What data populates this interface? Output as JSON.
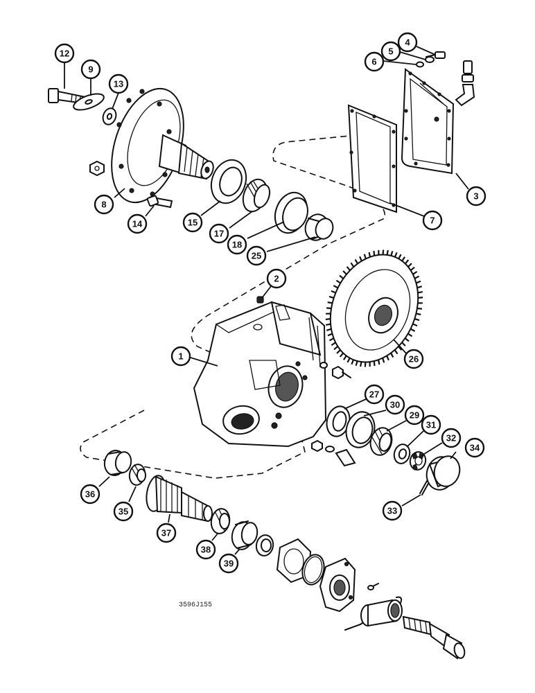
{
  "diagram": {
    "drawing_id": "3596J155",
    "callouts": [
      {
        "key": "c12",
        "label": "12"
      },
      {
        "key": "c9",
        "label": "9"
      },
      {
        "key": "c13",
        "label": "13"
      },
      {
        "key": "c4",
        "label": "4"
      },
      {
        "key": "c5",
        "label": "5"
      },
      {
        "key": "c6",
        "label": "6"
      },
      {
        "key": "c3",
        "label": "3"
      },
      {
        "key": "c7",
        "label": "7"
      },
      {
        "key": "c8",
        "label": "8"
      },
      {
        "key": "c14",
        "label": "14"
      },
      {
        "key": "c15",
        "label": "15"
      },
      {
        "key": "c17",
        "label": "17"
      },
      {
        "key": "c18",
        "label": "18"
      },
      {
        "key": "c25",
        "label": "25"
      },
      {
        "key": "c2",
        "label": "2"
      },
      {
        "key": "c1",
        "label": "1"
      },
      {
        "key": "c26",
        "label": "26"
      },
      {
        "key": "c27",
        "label": "27"
      },
      {
        "key": "c30",
        "label": "30"
      },
      {
        "key": "c29",
        "label": "29"
      },
      {
        "key": "c31",
        "label": "31"
      },
      {
        "key": "c32",
        "label": "32"
      },
      {
        "key": "c34",
        "label": "34"
      },
      {
        "key": "c33",
        "label": "33"
      },
      {
        "key": "c36",
        "label": "36"
      },
      {
        "key": "c35",
        "label": "35"
      },
      {
        "key": "c37",
        "label": "37"
      },
      {
        "key": "c38",
        "label": "38"
      },
      {
        "key": "c39",
        "label": "39"
      }
    ]
  }
}
